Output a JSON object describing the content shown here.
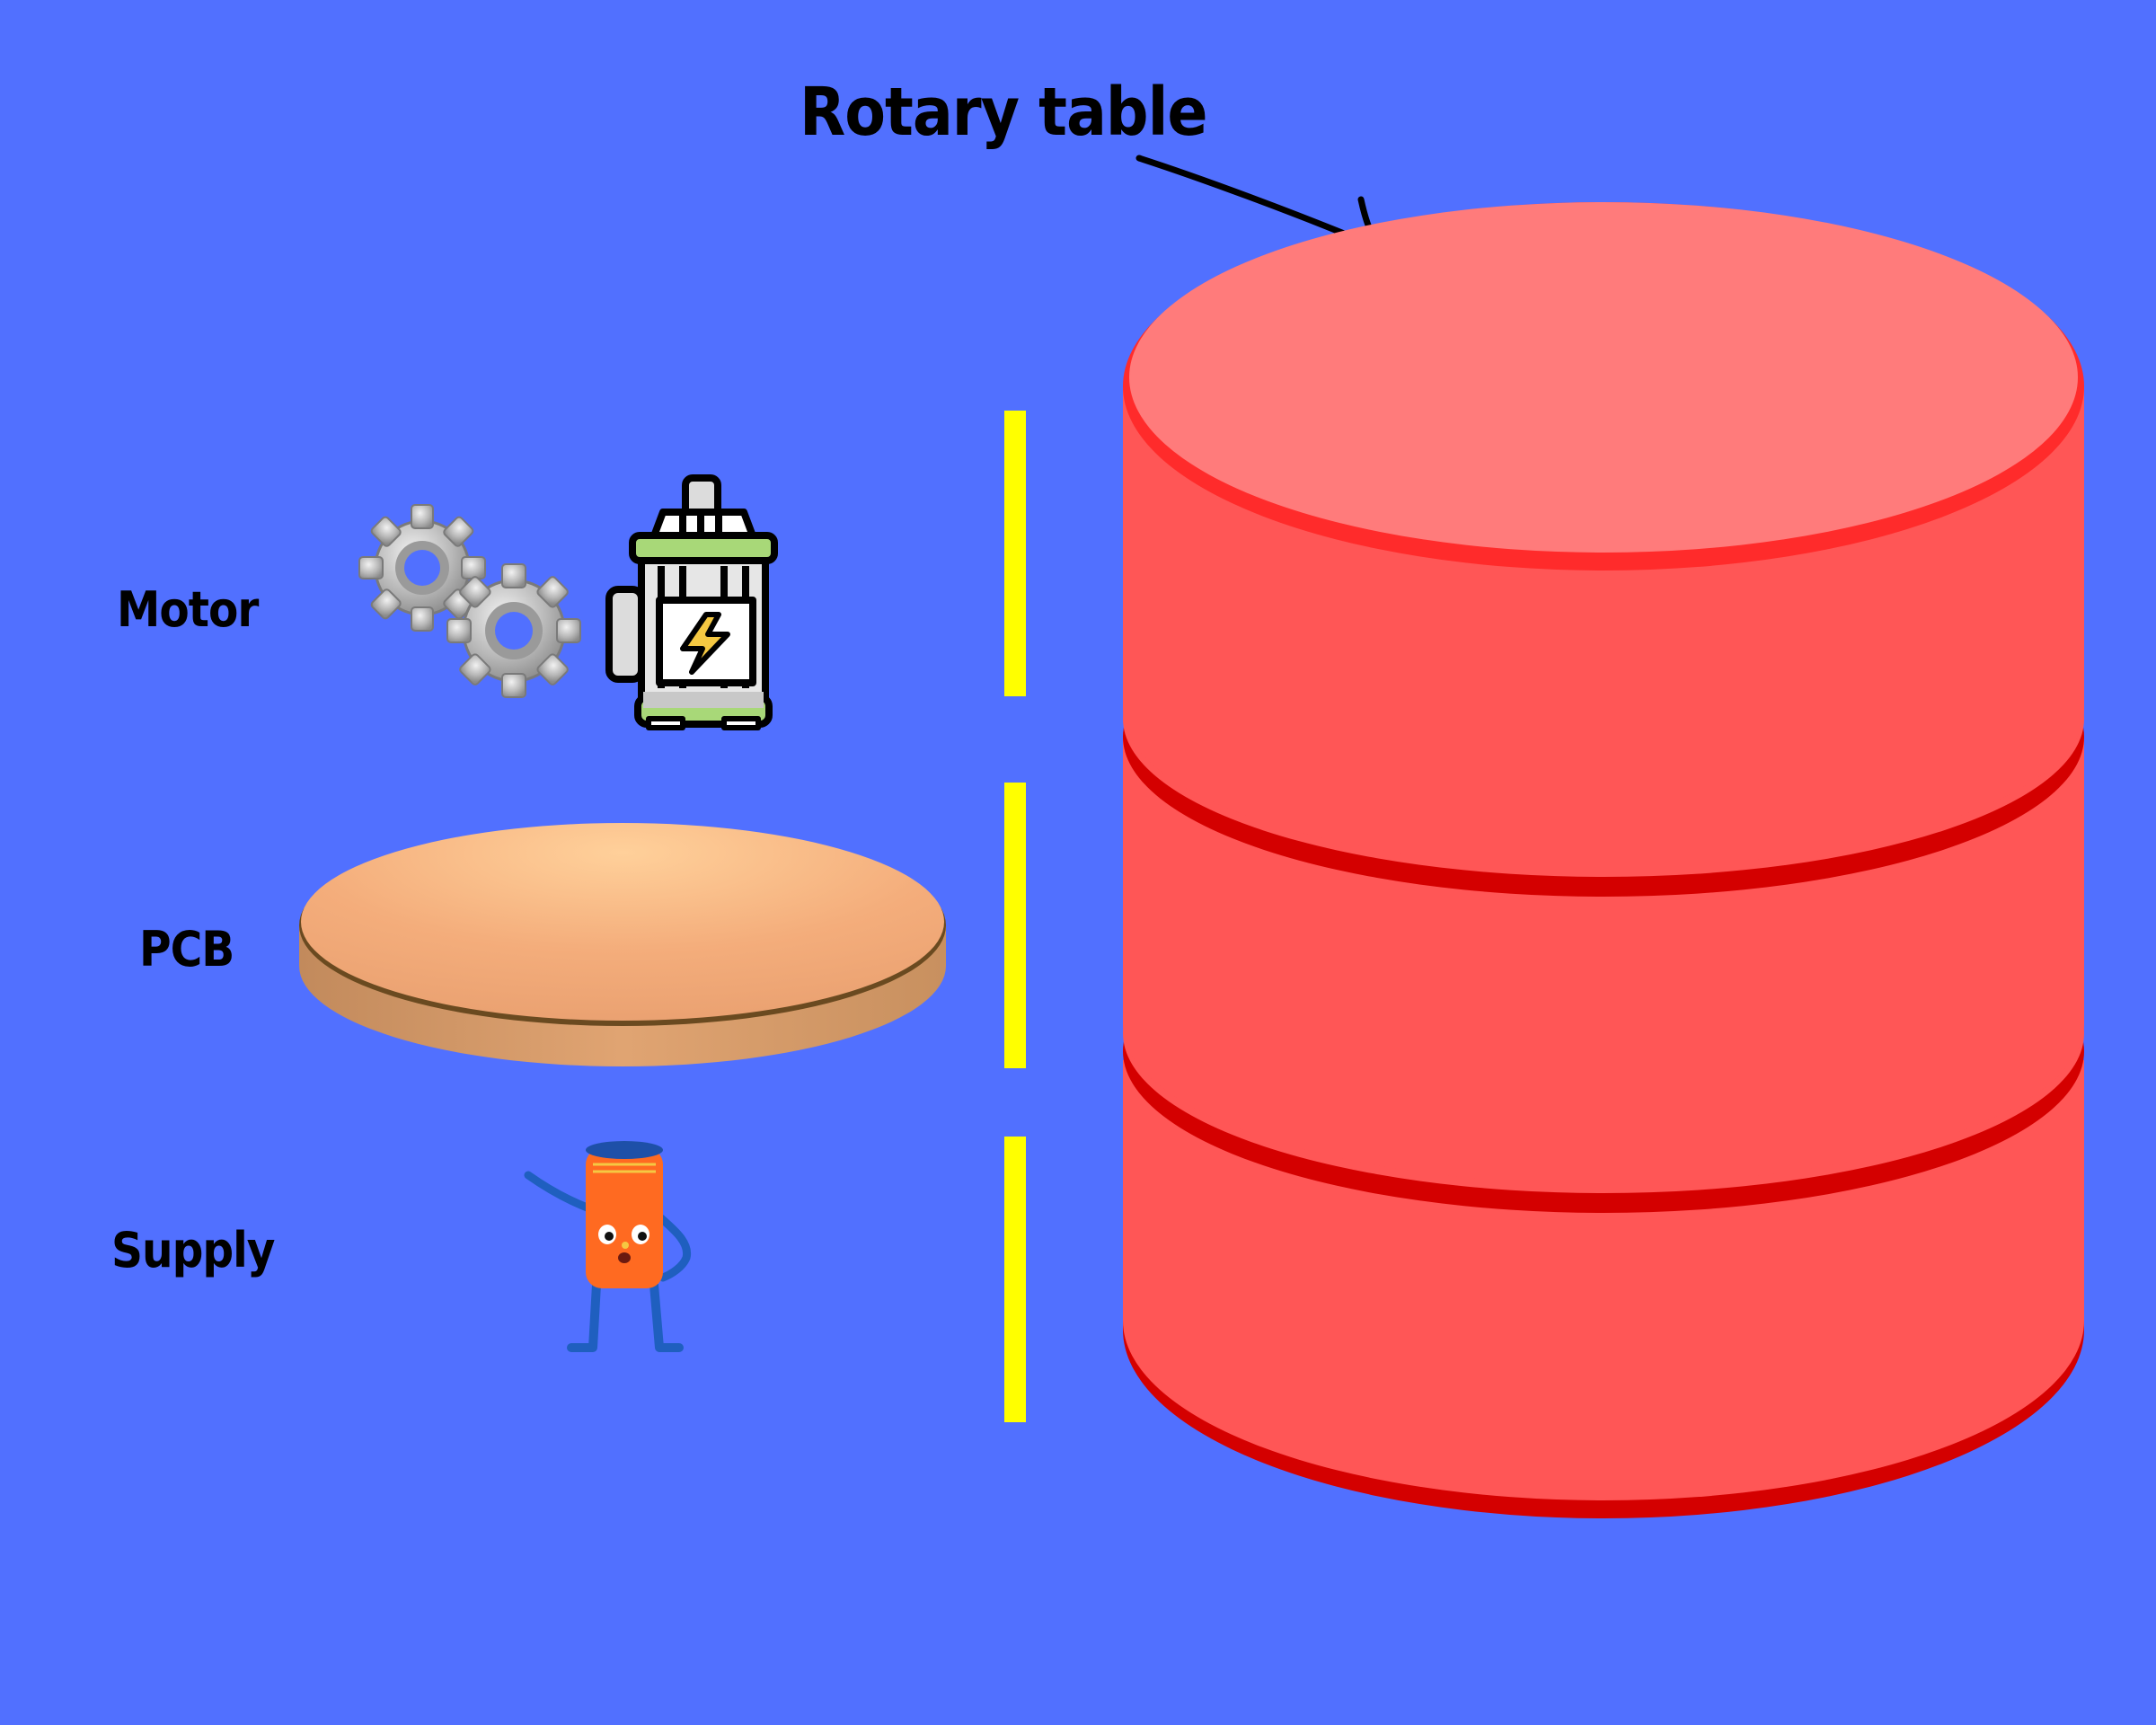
{
  "diagram": {
    "title": "Rotary table",
    "rows": [
      {
        "id": "motor",
        "label": "Motor",
        "icon": "motor-gears-icon"
      },
      {
        "id": "pcb",
        "label": "PCB",
        "icon": "copper-disc-icon"
      },
      {
        "id": "supply",
        "label": "Supply",
        "icon": "battery-character-icon"
      }
    ]
  },
  "colors": {
    "background": "#5170ff",
    "cylinder_top": "#ff7b7b",
    "cylinder_body": "#ff5656",
    "cylinder_rim": "#d40000",
    "divider": "#ffff00",
    "copper": "#f4b07f"
  }
}
